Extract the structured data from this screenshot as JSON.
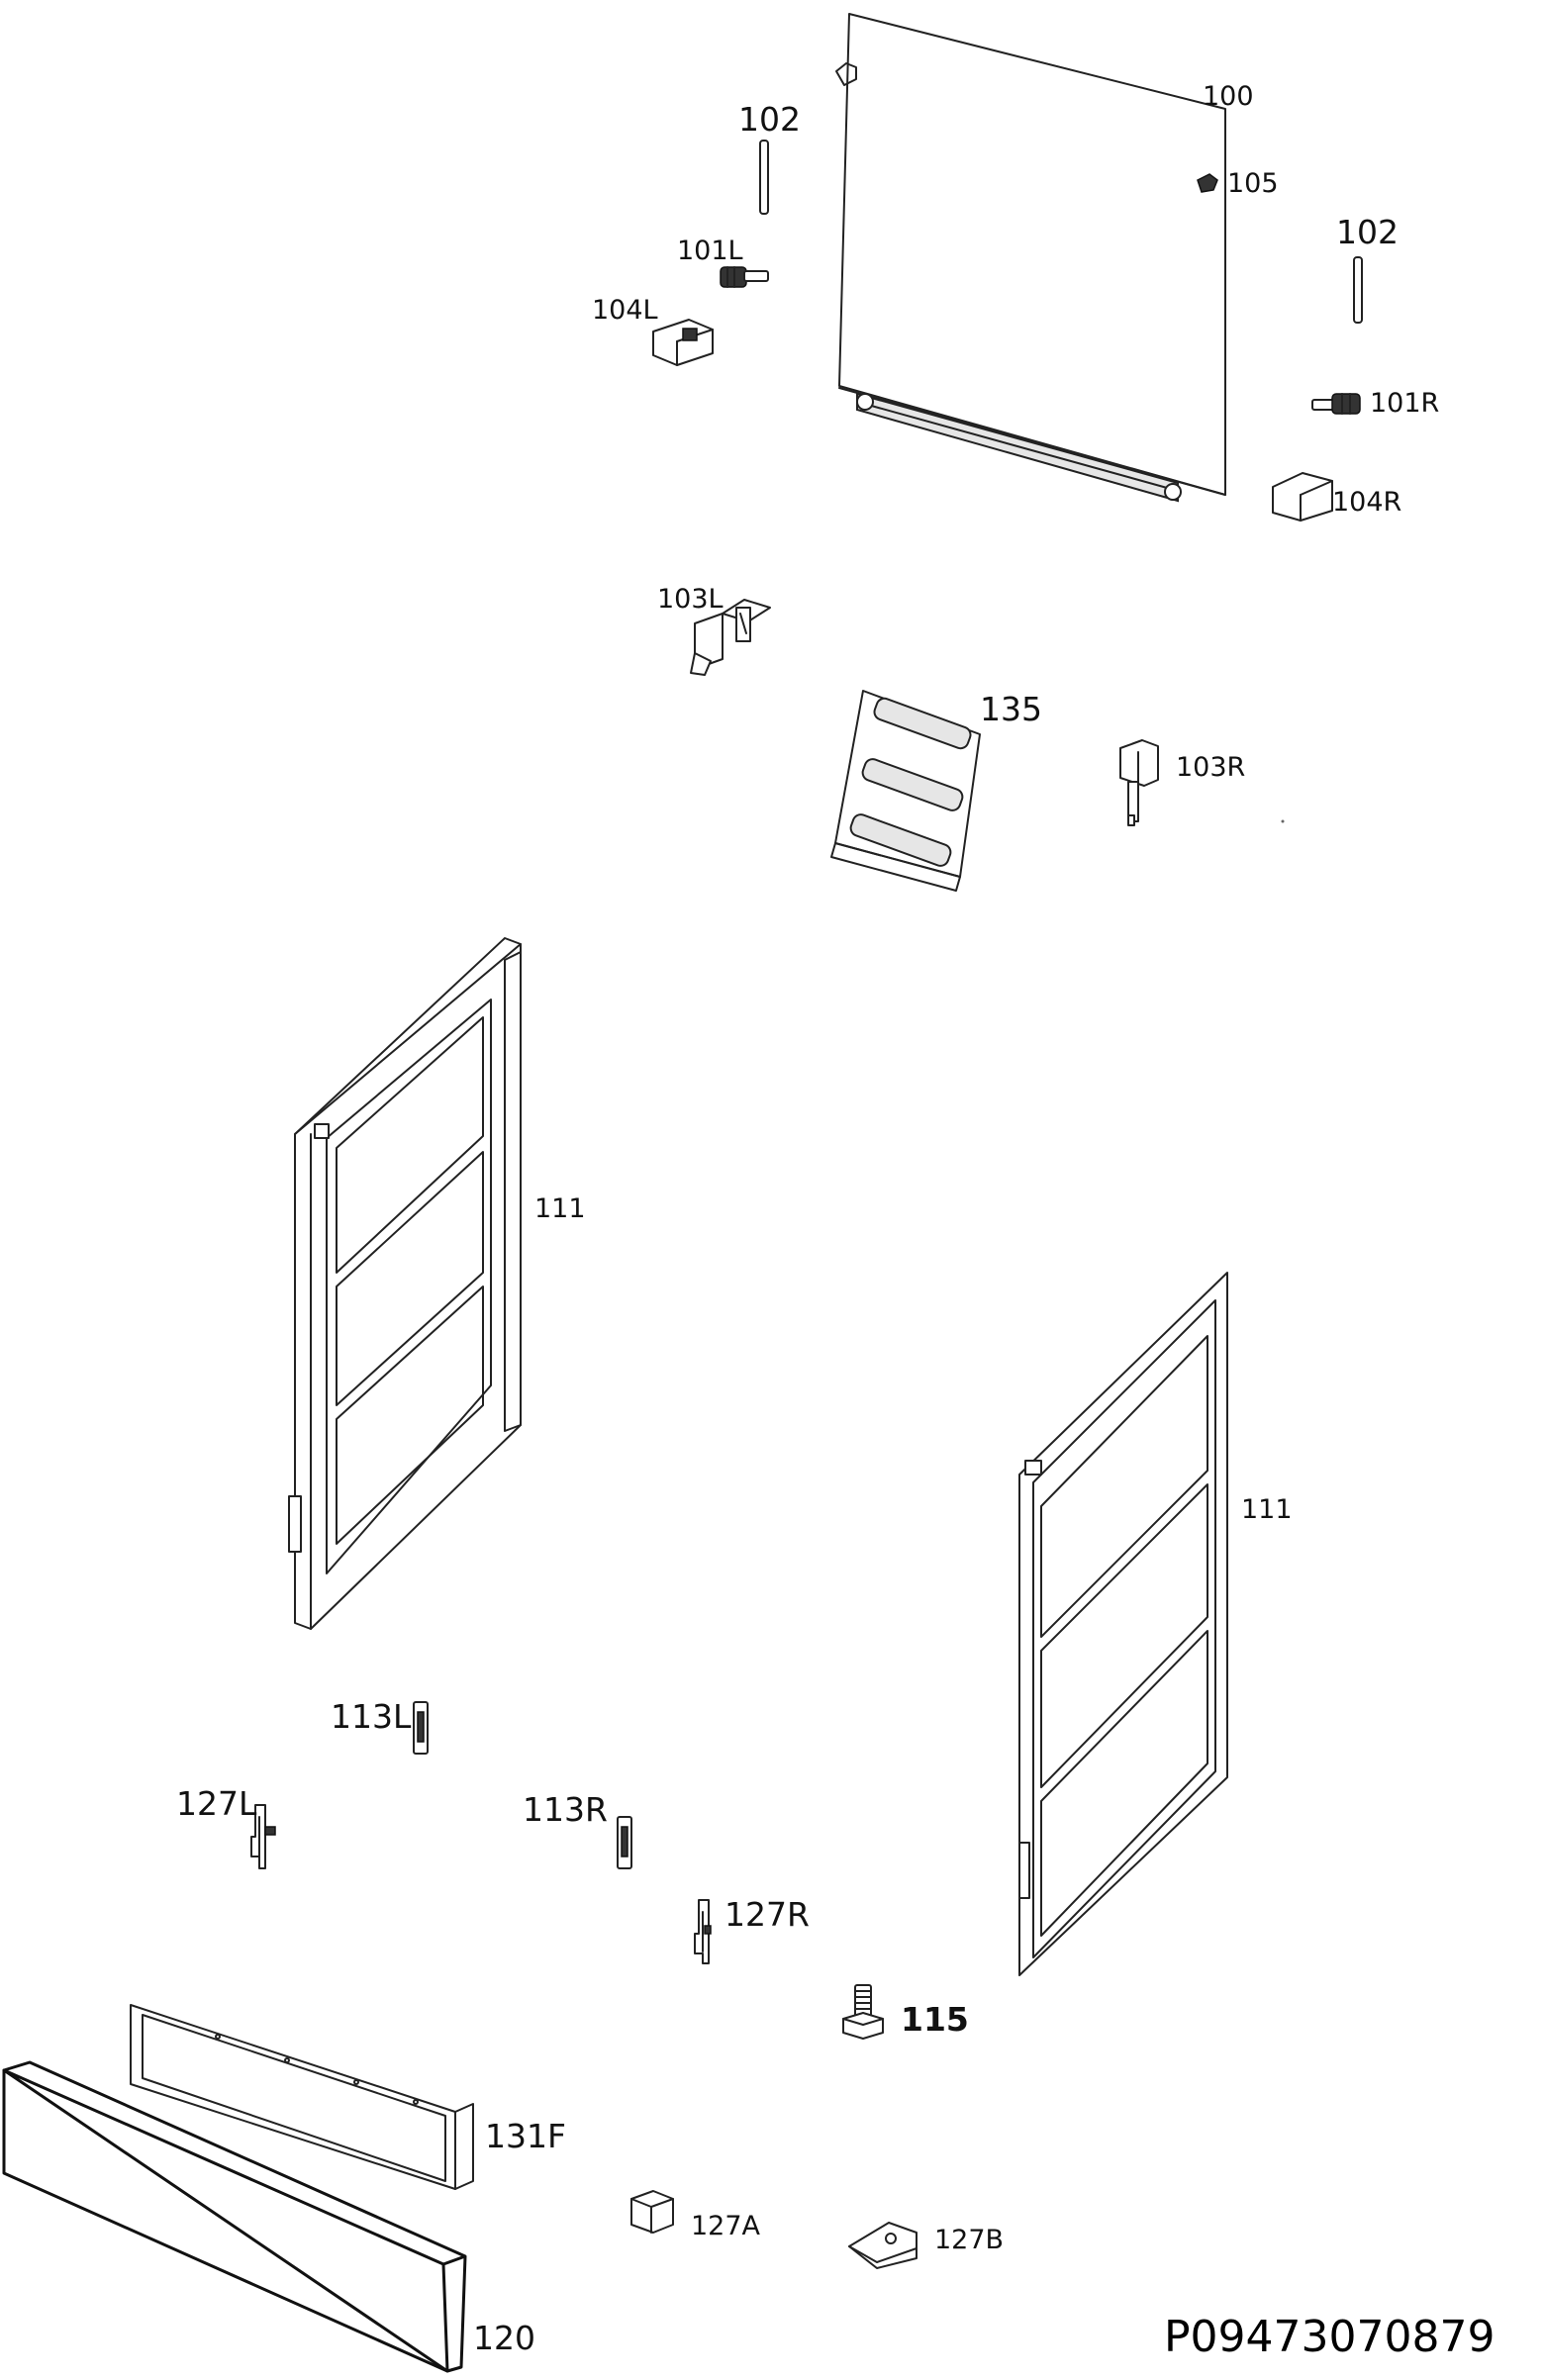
{
  "parts": {
    "p100": "100",
    "p102a": "102",
    "p102b": "102",
    "p105": "105",
    "p101l": "101L",
    "p101r": "101R",
    "p104l": "104L",
    "p104r": "104R",
    "p103l": "103L",
    "p103r": "103R",
    "p135": "135",
    "p111a": "111",
    "p111b": "111",
    "p113l": "113L",
    "p113r": "113R",
    "p127l": "127L",
    "p127r": "127R",
    "p115": "115",
    "p131f": "131F",
    "p127a": "127A",
    "p127b": "127B",
    "p120": "120"
  },
  "doc_code": "P09473070879"
}
